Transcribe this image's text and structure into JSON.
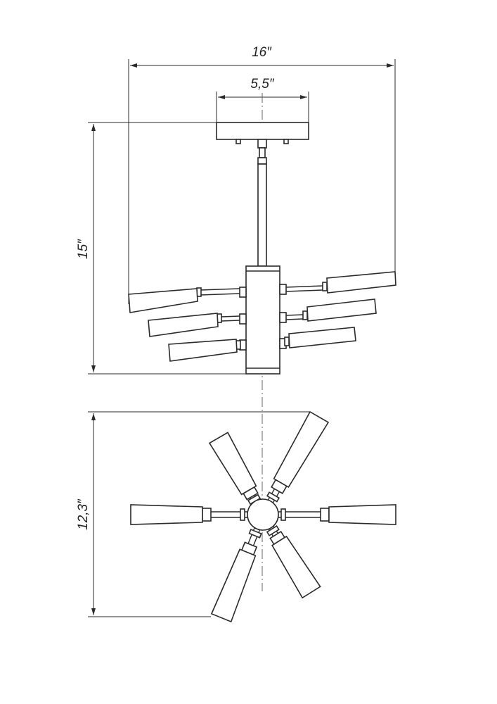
{
  "dimensions": {
    "overall_width": "16″",
    "canopy_width": "5,5″",
    "overall_height": "15″",
    "top_view_diameter": "12,3″"
  },
  "colors": {
    "line": "#2a2a2a",
    "background": "#ffffff"
  }
}
